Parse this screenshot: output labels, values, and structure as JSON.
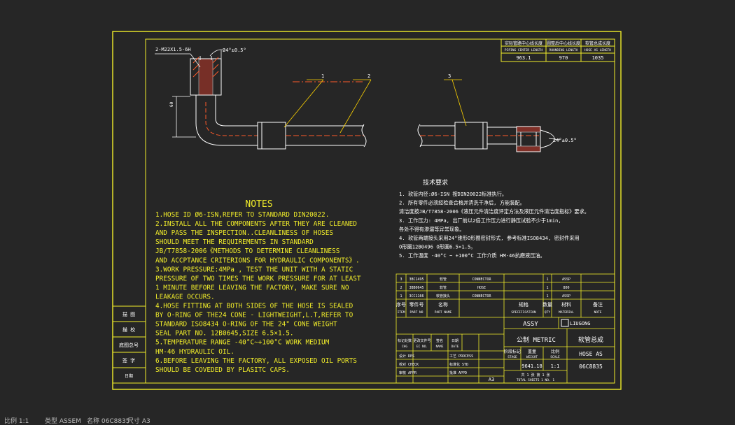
{
  "top_table": {
    "headers_cn": [
      "实际管路中心线长度",
      "圆整后中心线长度",
      "软管总成长度"
    ],
    "headers_en": [
      "PIPING CENTER LENGTH",
      "ROUNDING LENGTH",
      "HOSE AS LENGTH"
    ],
    "values": [
      "963.1",
      "970",
      "1035"
    ]
  },
  "dims": {
    "thread": "2-M22X1.5-6H",
    "angle_top": "24°±0.5°",
    "height": "60",
    "angle_right": "24°±0.5°"
  },
  "callouts": [
    "1",
    "2",
    "3"
  ],
  "notes": {
    "title": "NOTES",
    "lines": [
      "1.HOSE ID Ø6-ISN,REFER TO STANDARD DIN20022.",
      "2.INSTALL ALL THE COMPONENTS AFTER THEY ARE CLEANED",
      "  AND PASS THE INSPECTION..CLEANLINESS OF HOSES",
      "  SHOULD MEET THE REQUIREMENTS IN STANDARD",
      "  JB/T7858-2006《METHODS TO DETERMINE CLEANLINESS",
      "  AND ACCPTANCE CRITERIONS FOR HYDRAULIC COMPONENTS》.",
      "3.WORK PRESSURE:4MPa , TEST THE UNIT WITH A STATIC",
      "  PRESSURE OF TWO TIMES THE WORK PRESSURE FOR AT LEAST",
      "  1 MINUTE BEFORE LEAVING THE FACTORY, MAKE SURE NO",
      "  LEAKAGE OCCURS.",
      "4.HOSE FITTING AT BOTH SIDES OF THE HOSE IS SEALED",
      "  BY O-RING OF THE24 CONE - LIGHTWEIGHT,L.T,REFER TO",
      "  STANDARD ISO8434 O-RING OF THE 24° CONE WEIGHT",
      "  SEAL PART NO. 12B0645,SIZE 6.5×1.5.",
      "5.TEMPERATURE RANGE -40°C~+100°C  WORK MEDIUM",
      "  HM-46 HYDRAULIC OIL.",
      "6.BEFORE LEAVING THE FACTORY, ALL EXPOSED OIL PORTS",
      "  SHOULD BE COVEDED BY PLASITC CAPS."
    ]
  },
  "tech": {
    "title": "技术要求",
    "lines": [
      "1. 软管内径:Ø6-ISN 按DIN20022标准执行。",
      "2. 所有零件必须经检查合格并清洗干净后, 方能装配。",
      "   清洁度按JB/T7858-2006《液压元件清洁度评定方法及液压元件清洁度指标》要求。",
      "3. 工作压力: 4MPa, 出厂前以2倍工作压力进行静压试验不少于1min,",
      "   各处不得有渗漏等异常现象。",
      "4. 软管两端接头采用24°锥形O形圈密封形式, 参考标准ISO8434, 密封件采用",
      "   O形圈12B0496 O形圈6.5×1.5。",
      "5. 工作温度 -40°C ~ +100°C  工作介质 HM-46抗磨液压油。"
    ]
  },
  "bom": {
    "rows": [
      [
        "3",
        "3BC1495",
        "软管",
        "CONNECTOR",
        "1",
        "ASSP"
      ],
      [
        "2",
        "3BB0645",
        "软管",
        "HOSE",
        "1",
        "800"
      ],
      [
        "1",
        "3CC1166",
        "软管接头",
        "CONNECTOR",
        "1",
        "ASSP"
      ]
    ],
    "header_cn": [
      "序号",
      "零件号",
      "名称",
      "规格",
      "数量",
      "材料",
      "备注"
    ],
    "header_en": [
      "ITEM",
      "PART NO",
      "PART NAME",
      "SPECIFICATION",
      "QTY",
      "MATERIAL",
      "NOTE"
    ]
  },
  "title_block": {
    "assy": "ASSY",
    "metric_cn": "公制",
    "metric_en": "METRIC",
    "title_cn": "软管总成",
    "title_en": "HOSE AS",
    "logo": "LIUGONG",
    "weight": "9641.18",
    "scale": "1:1",
    "drawing_no": "06C8835",
    "size": "A3",
    "labels": [
      "标记处数",
      "更改文件号",
      "签名",
      "日期",
      "阶段标记",
      "重量",
      "比例"
    ],
    "labels_en": [
      "CHG",
      "EC NO.",
      "NAME",
      "DATE",
      "STAGE",
      "WEIGHT",
      "SCALE"
    ],
    "sign_rows": [
      "设计 DES",
      "校对 CHECK",
      "审核 APPR",
      "工艺 PROCESS",
      "标准化 STD",
      "批准 APPD"
    ],
    "sheet": "共 1 张  第 1 张",
    "sheet_en": "TOTAL SHEETS 1   NO. 1"
  },
  "side_labels": [
    "描 图",
    "描 校",
    "底图总号",
    "签 字",
    "日期"
  ],
  "status": {
    "scale": "比例 1:1",
    "type": "类型 ASSEM",
    "number": "名称 06C8835",
    "size": "尺寸 A3"
  },
  "colors": {
    "frame": "#f2ee2a",
    "lines": "#ffffff",
    "background": "#262626",
    "leader": "#ffd400",
    "centerline": "#ff5a2a"
  }
}
